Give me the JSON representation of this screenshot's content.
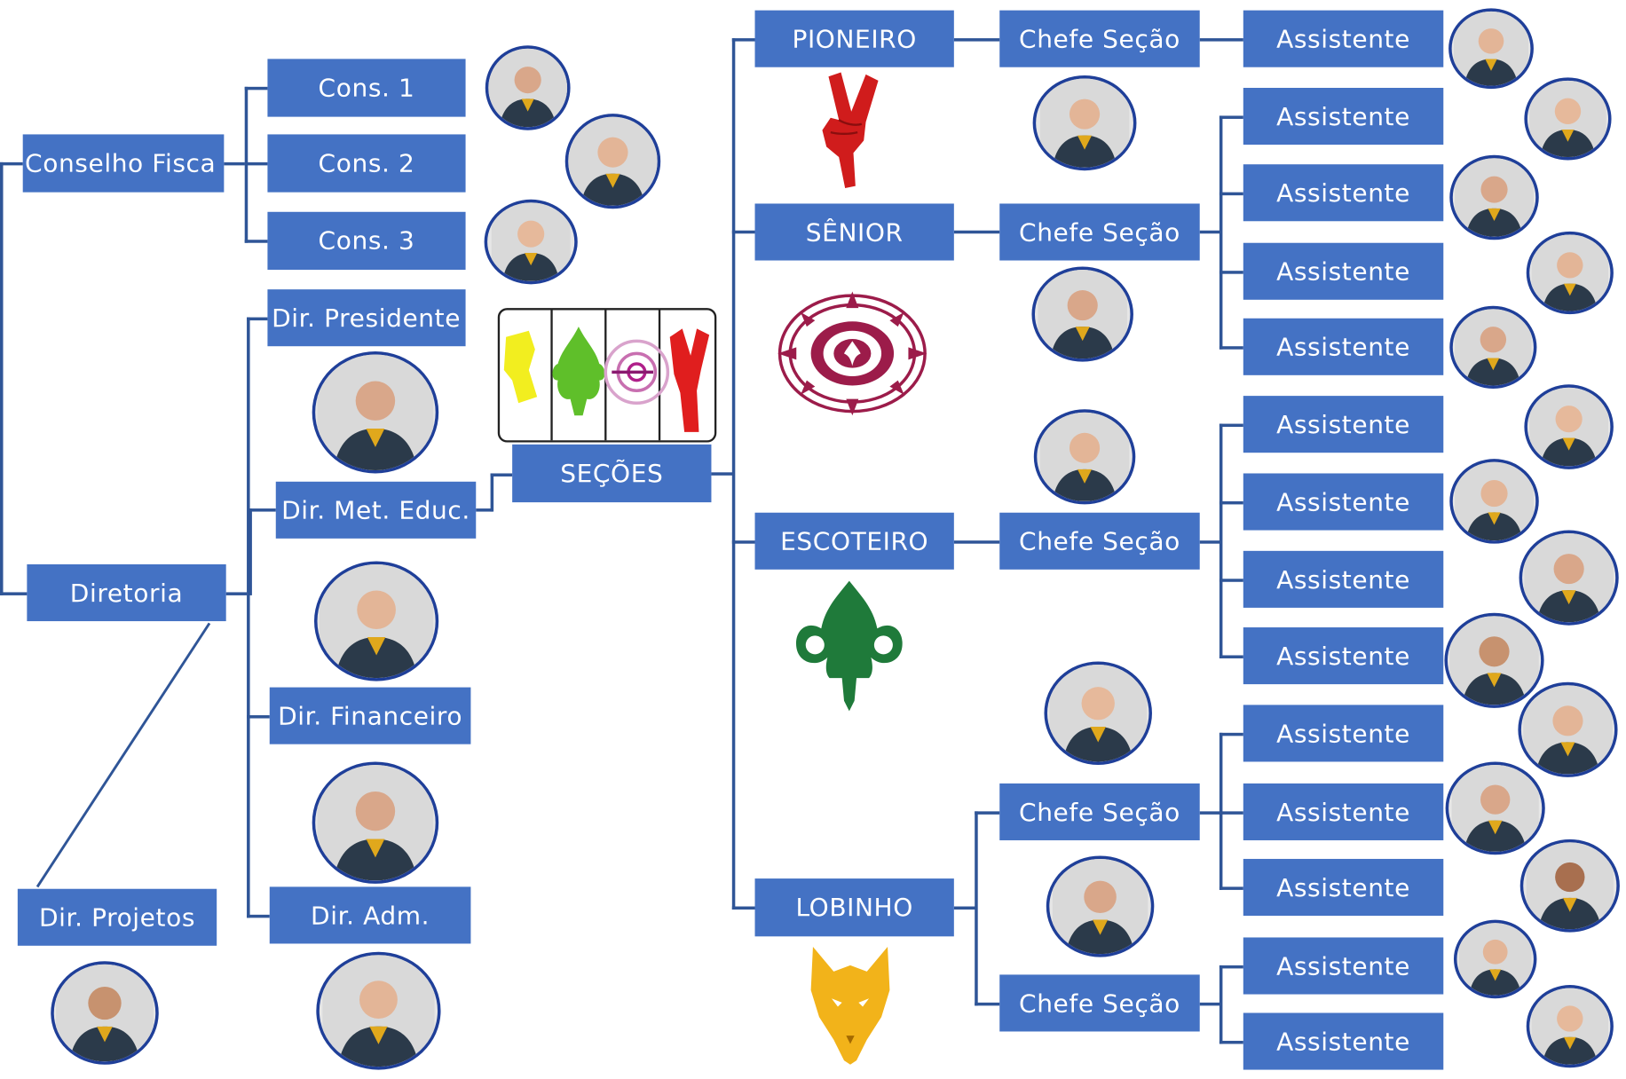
{
  "colors": {
    "box": "#4472c4",
    "line": "#2f5597",
    "avatar_ring": "#1f3f99"
  },
  "boxes": {
    "conselho_fiscal": "Conselho Fisca",
    "cons_1": "Cons. 1",
    "cons_2": "Cons. 2",
    "cons_3": "Cons. 3",
    "diretoria": "Diretoria",
    "dir_presidente": "Dir. Presidente",
    "dir_met_educ": "Dir. Met. Educ.",
    "dir_financeiro": "Dir. Financeiro",
    "dir_adm": "Dir. Adm.",
    "dir_projetos": "Dir. Projetos",
    "secoes": "SEÇÕES",
    "pioneiro": "PIONEIRO",
    "senior": "SÊNIOR",
    "escoteiro": "ESCOTEIRO",
    "lobinho": "LOBINHO",
    "chefe_secao": "Chefe Seção",
    "assistente": "Assistente"
  },
  "icons": {
    "pioneiro": "pioneer-hand-icon",
    "senior": "compass-rose-icon",
    "escoteiro": "fleur-de-lis-icon",
    "lobinho": "wolf-head-icon",
    "secoes": "sections-emblem-icon",
    "person": "person-photo-icon"
  }
}
